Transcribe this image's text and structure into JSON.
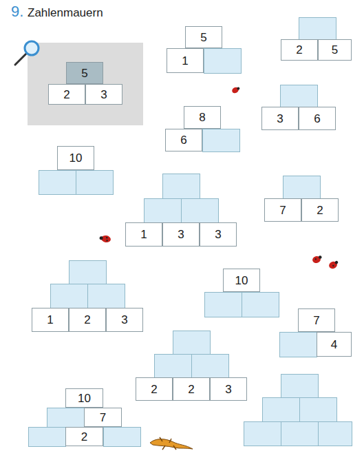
{
  "diagram": {
    "title": "Zahlenmauern",
    "nodes": [
      {
        "text": [
          "5"
        ]
      },
      {
        "text": [
          "2"
        ]
      },
      {
        "text": [
          "3"
        ]
      },
      {
        "text": [
          "5"
        ]
      },
      {
        "text": [
          "1"
        ]
      },
      {
        "text": [
          "2"
        ]
      },
      {
        "text": [
          "5"
        ]
      },
      {
        "text": [
          "8"
        ]
      },
      {
        "text": [
          "6"
        ]
      },
      {
        "text": [
          "3"
        ]
      },
      {
        "text": [
          "6"
        ]
      },
      {
        "text": [
          "10"
        ]
      },
      {
        "text": [
          "1"
        ]
      },
      {
        "text": [
          "3"
        ]
      },
      {
        "text": [
          "3"
        ]
      },
      {
        "text": [
          "7"
        ]
      },
      {
        "text": [
          "2"
        ]
      },
      {
        "text": [
          "1"
        ]
      },
      {
        "text": [
          "2"
        ]
      },
      {
        "text": [
          "3"
        ]
      },
      {
        "text": [
          "10"
        ]
      },
      {
        "text": [
          "7"
        ]
      },
      {
        "text": [
          "4"
        ]
      },
      {
        "text": [
          "2"
        ]
      },
      {
        "text": [
          "2"
        ]
      },
      {
        "text": [
          "3"
        ]
      },
      {
        "text": [
          "10"
        ]
      },
      {
        "text": [
          "7"
        ]
      },
      {
        "text": [
          "2"
        ]
      }
    ],
    "labels": [
      "9."
    ]
  }
}
